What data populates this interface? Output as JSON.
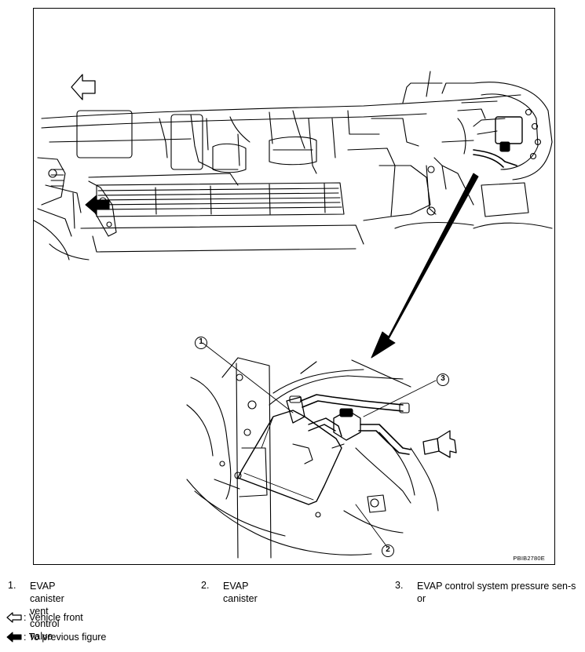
{
  "figure": {
    "code": "PBIB2780E",
    "callouts": [
      "1",
      "2",
      "3"
    ]
  },
  "legend": {
    "items": [
      {
        "num": "1.",
        "text": "EVAP canister vent control valve"
      },
      {
        "num": "2.",
        "text": "EVAP canister"
      },
      {
        "num": "3.",
        "text": "EVAP control system pressure sen-sor"
      }
    ]
  },
  "keys": {
    "vehicle_front": ": Vehicle front",
    "previous_figure": ": To previous figure"
  },
  "icons": {
    "vehicle_front": "outline-arrow-icon",
    "previous_figure": "solid-arrow-icon"
  }
}
